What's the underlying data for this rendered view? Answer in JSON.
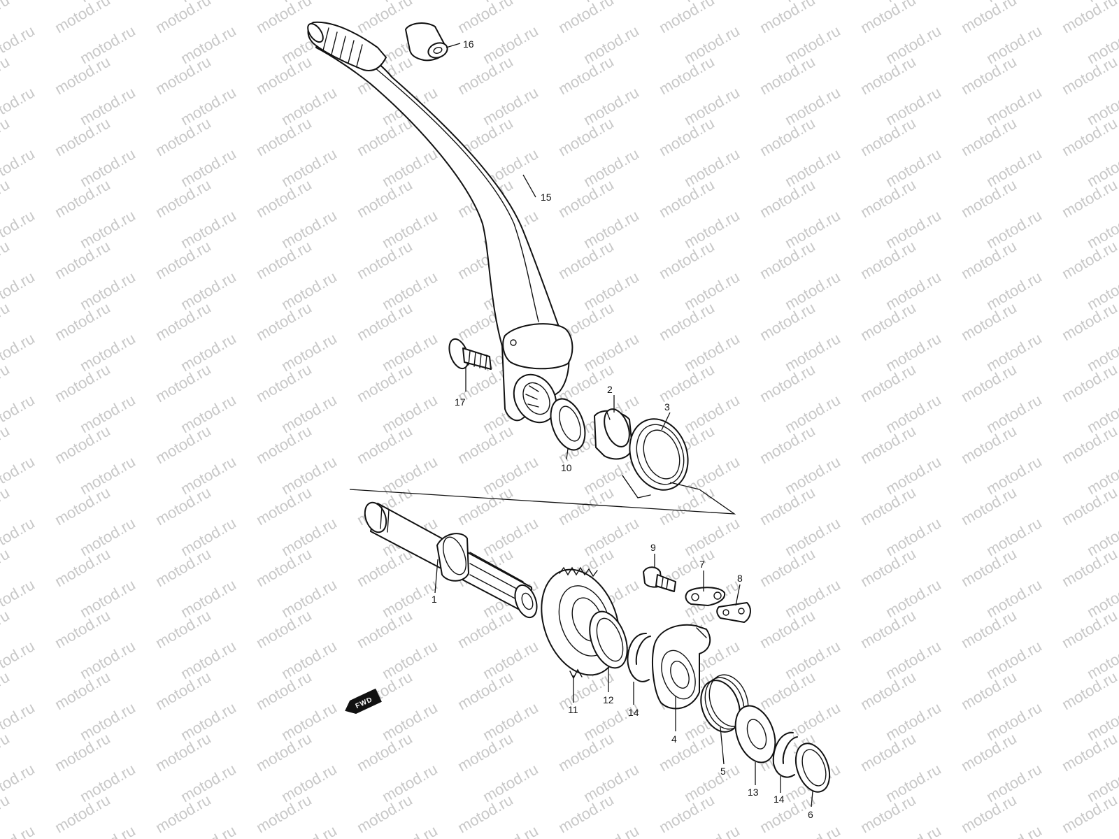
{
  "watermark": {
    "text": "motod.ru",
    "color": "#c8c8c8"
  },
  "fwd_badge": {
    "label": "FWD",
    "icon": "forward-arrow-icon"
  },
  "callouts": [
    {
      "id": "c1",
      "label": "1"
    },
    {
      "id": "c2",
      "label": "2"
    },
    {
      "id": "c3",
      "label": "3"
    },
    {
      "id": "c4",
      "label": "4"
    },
    {
      "id": "c5",
      "label": "5"
    },
    {
      "id": "c6",
      "label": "6"
    },
    {
      "id": "c7",
      "label": "7"
    },
    {
      "id": "c8",
      "label": "8"
    },
    {
      "id": "c9",
      "label": "9"
    },
    {
      "id": "c10",
      "label": "10"
    },
    {
      "id": "c11",
      "label": "11"
    },
    {
      "id": "c12",
      "label": "12"
    },
    {
      "id": "c13",
      "label": "13"
    },
    {
      "id": "c14a",
      "label": "14"
    },
    {
      "id": "c14b",
      "label": "14"
    },
    {
      "id": "c15",
      "label": "15"
    },
    {
      "id": "c16",
      "label": "16"
    },
    {
      "id": "c17",
      "label": "17"
    }
  ]
}
